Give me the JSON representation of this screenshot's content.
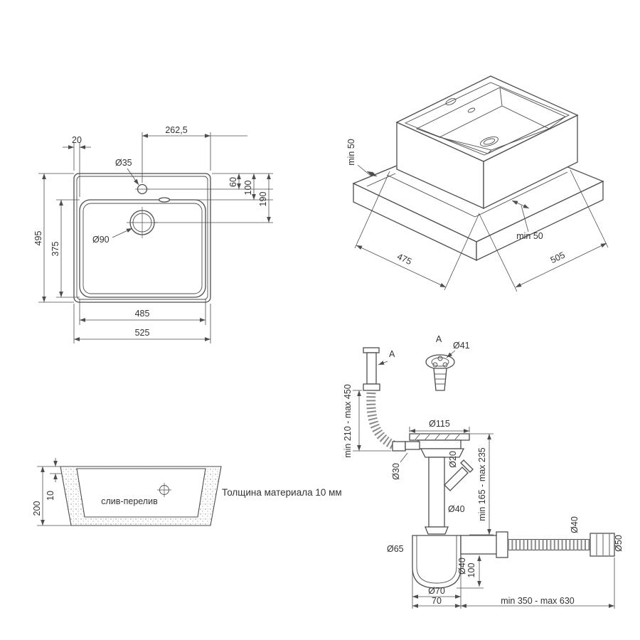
{
  "drawing": {
    "plan": {
      "d20": "20",
      "d262": "262,5",
      "d35": "Ø35",
      "d60": "60",
      "d100": "100",
      "d190": "190",
      "d495": "495",
      "d375": "375",
      "d90": "Ø90",
      "d485": "485",
      "d525": "525"
    },
    "iso": {
      "min50_left": "min 50",
      "min50_right": "min 50",
      "d475": "475",
      "d505": "505"
    },
    "section": {
      "d200": "200",
      "d10": "10",
      "overflow": "слив-перелив",
      "material": "Толщина материала 10 мм"
    },
    "siphon": {
      "view_label": "A",
      "detail_label": "A",
      "d41": "Ø41",
      "hose_range": "min 210 - max 450",
      "d115": "Ø115",
      "d30": "Ø30",
      "d20": "Ø20",
      "d40_tail": "Ø40",
      "height_range": "min 165 - max 235",
      "d65": "Ø65",
      "d40_outlet": "Ø40",
      "h100": "100",
      "d70": "Ø70",
      "w70": "70",
      "flex_range": "min 350 - max 630",
      "d40_flex": "Ø40",
      "d50": "Ø50"
    },
    "colors": {
      "line": "#4d4d4d",
      "text": "#333333",
      "background": "#ffffff"
    }
  }
}
